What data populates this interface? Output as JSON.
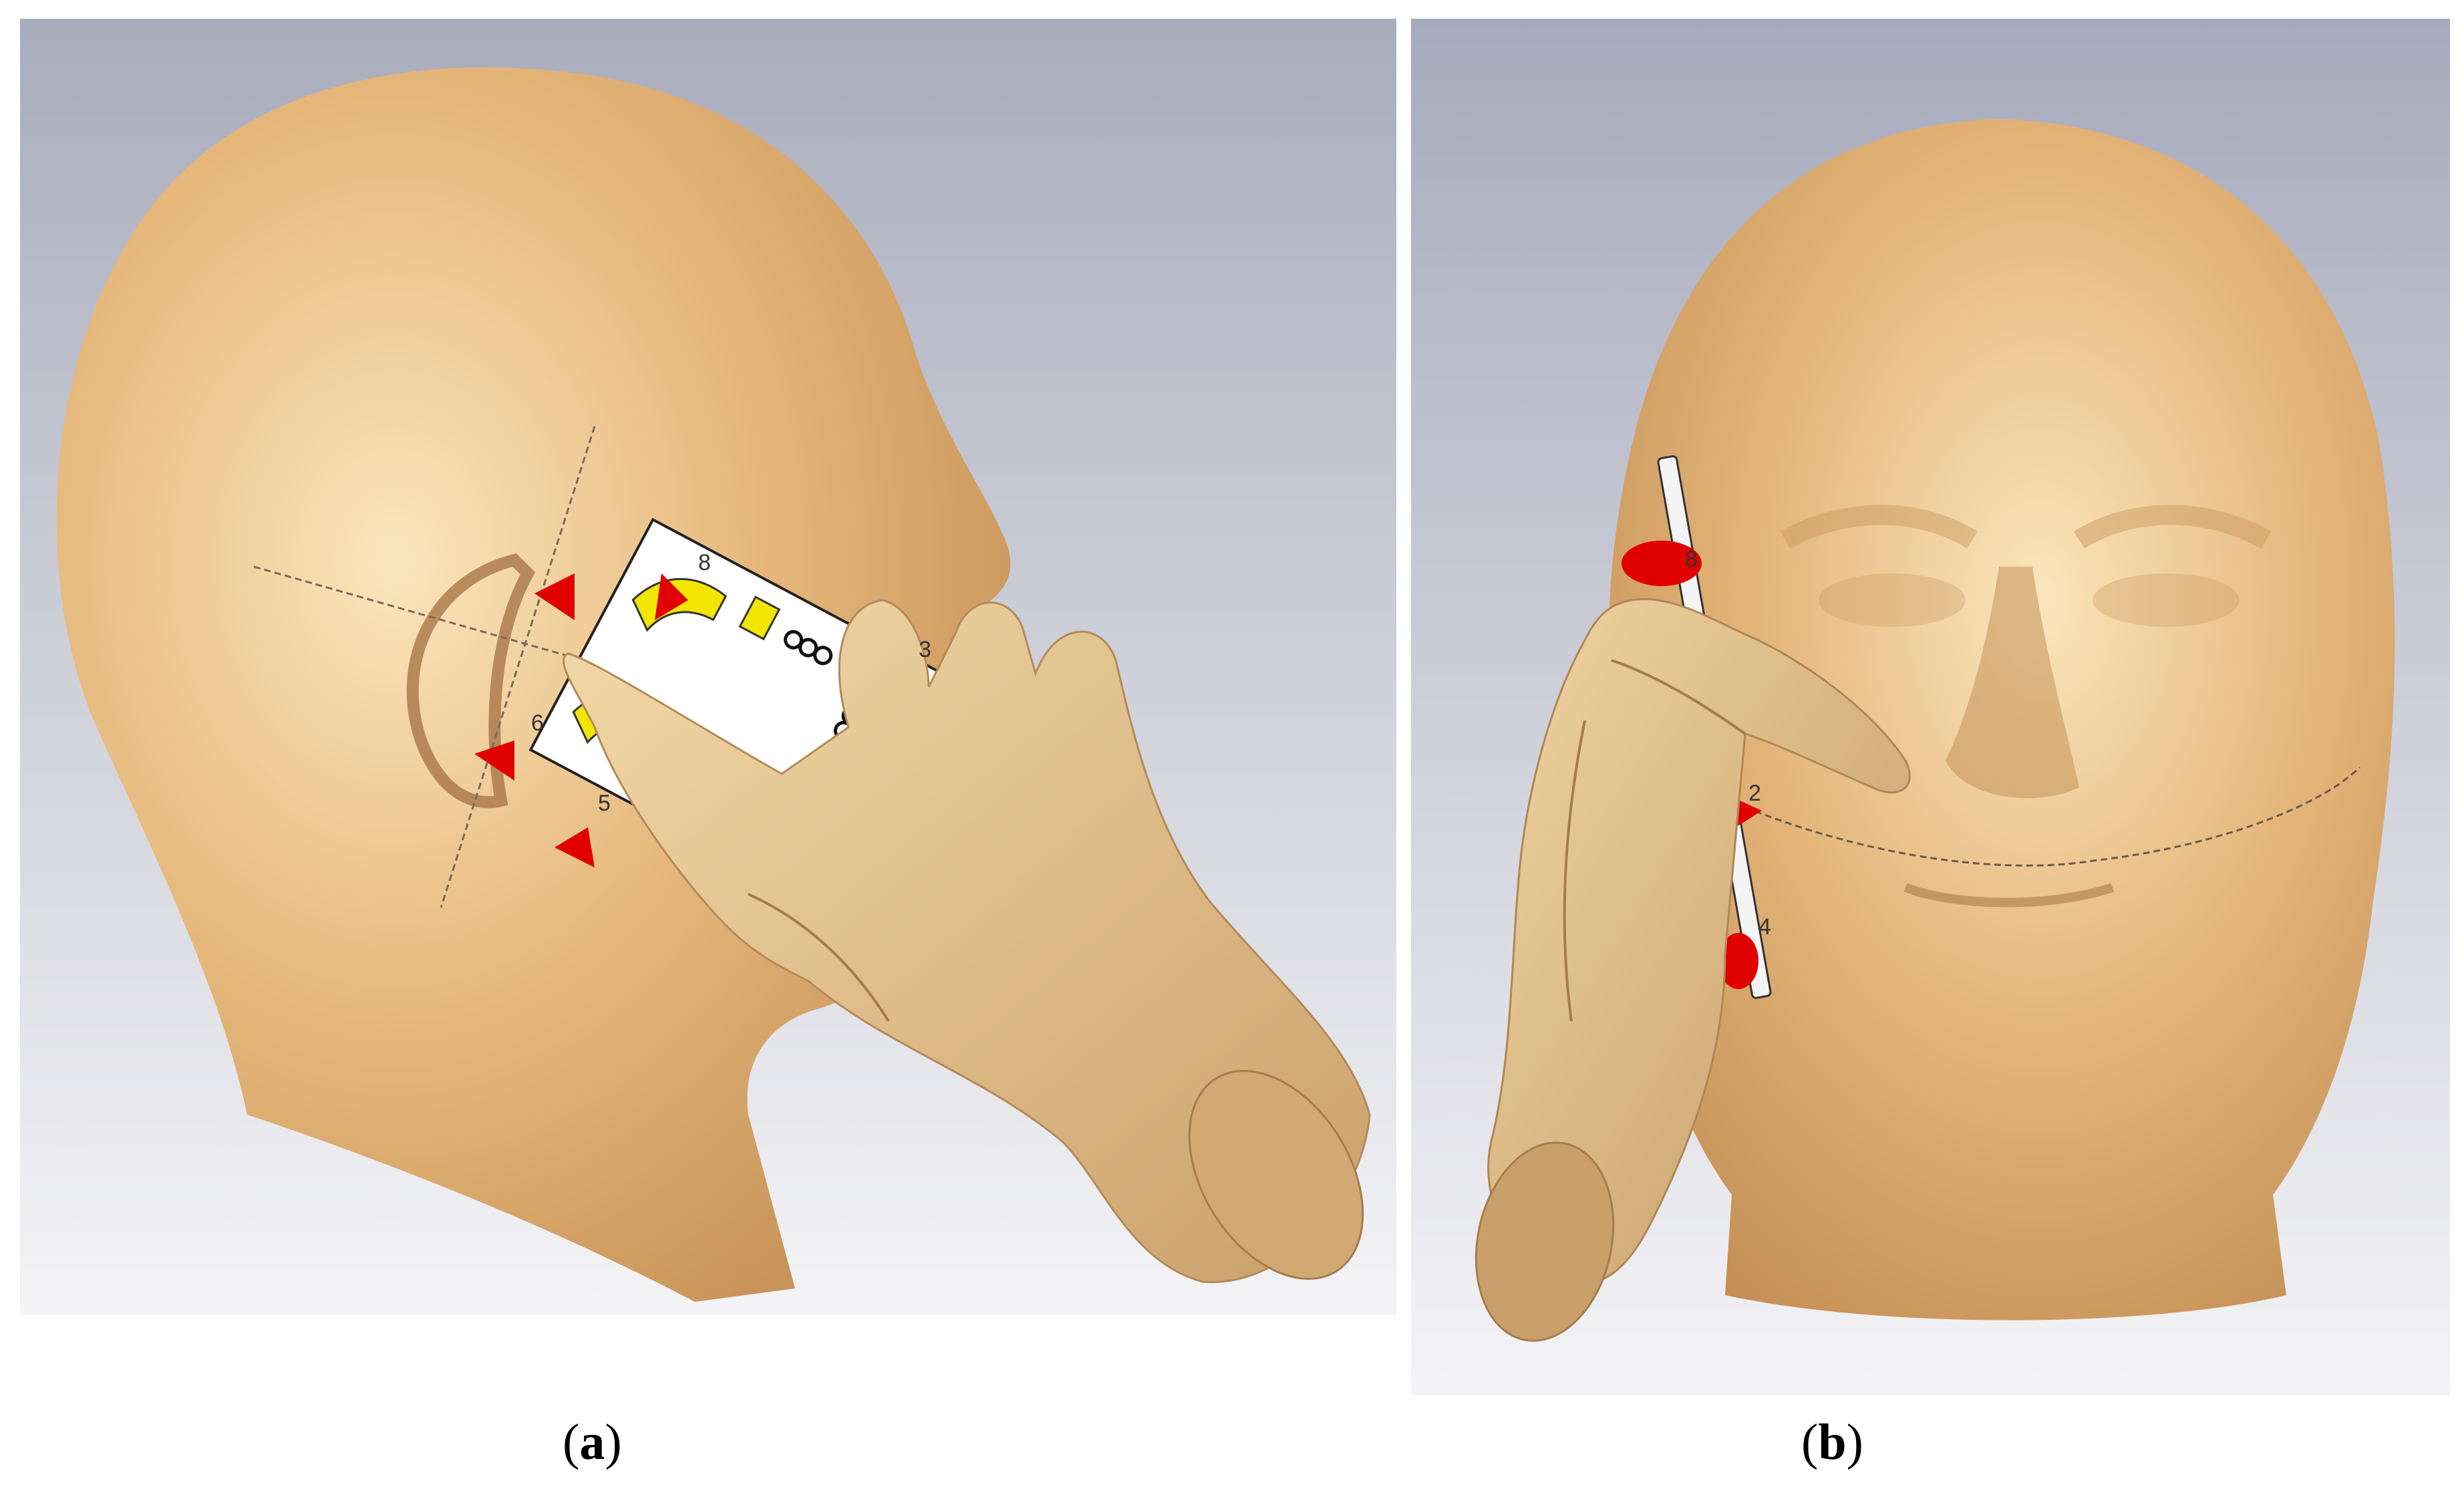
{
  "figure": {
    "panels": [
      {
        "id": "a",
        "caption_open": "(",
        "caption_letter": "a",
        "caption_close": ")",
        "port_labels": [
          "8",
          "3",
          "6",
          "5"
        ]
      },
      {
        "id": "b",
        "caption_open": "(",
        "caption_letter": "b",
        "caption_close": ")",
        "port_labels": [
          "8",
          "2",
          "4"
        ]
      }
    ],
    "colors": {
      "background_top": "#a9acbc",
      "background_bottom": "#f2f2f5",
      "skin": "#d9a86c",
      "skin_highlight": "#f6dcae",
      "hand_cut": "#c49b6a",
      "antenna_board": "#ffffff",
      "antenna_patch": "#f2e600",
      "port_marker": "#e00000"
    },
    "icons": [
      "head-model-icon",
      "hand-model-icon",
      "phone-antenna-icon",
      "port-cone-icon"
    ]
  }
}
